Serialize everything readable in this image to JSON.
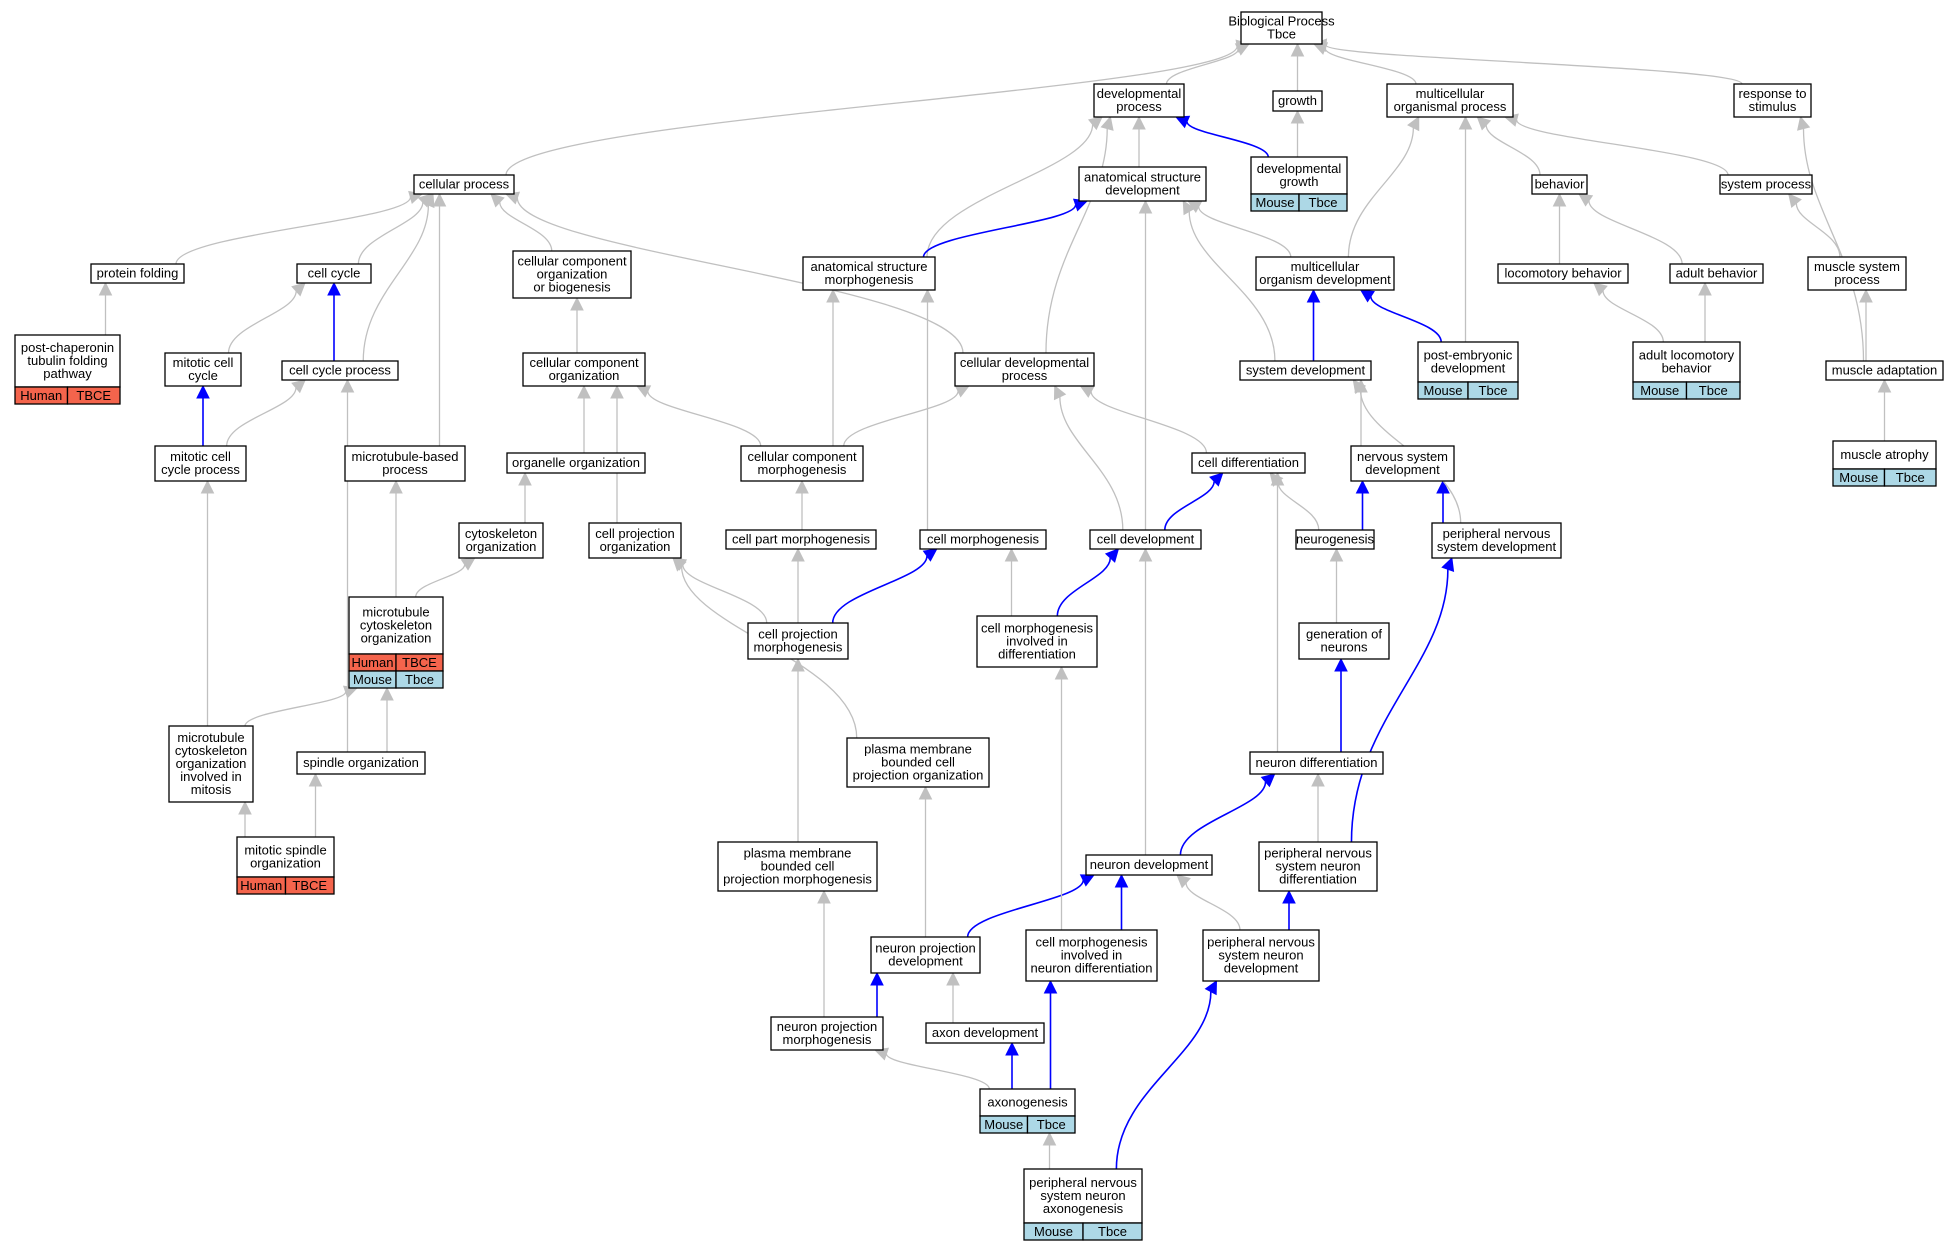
{
  "colors": {
    "human": "#f4644c",
    "mouse": "#add8e6",
    "blue_edge": "#0000ff",
    "gray_edge": "#c0c0c0",
    "border": "#000000"
  },
  "nodes": [
    {
      "id": "root",
      "lines": [
        "Biological Process",
        "Tbce"
      ]
    },
    {
      "id": "developmental_process",
      "lines": [
        "developmental",
        "process"
      ]
    },
    {
      "id": "growth",
      "lines": [
        "growth"
      ]
    },
    {
      "id": "multicellular_organismal_process",
      "lines": [
        "multicellular",
        "organismal process"
      ]
    },
    {
      "id": "response_to_stimulus",
      "lines": [
        "response to",
        "stimulus"
      ]
    },
    {
      "id": "cellular_process",
      "lines": [
        "cellular process"
      ]
    },
    {
      "id": "anatomical_structure_development",
      "lines": [
        "anatomical structure",
        "development"
      ]
    },
    {
      "id": "developmental_growth",
      "lines": [
        "developmental",
        "growth"
      ],
      "cells": [
        {
          "species": "mouse",
          "text": "Mouse"
        },
        {
          "species": "mouse",
          "text": "Tbce"
        }
      ]
    },
    {
      "id": "behavior",
      "lines": [
        "behavior"
      ]
    },
    {
      "id": "system_process",
      "lines": [
        "system process"
      ]
    },
    {
      "id": "protein_folding",
      "lines": [
        "protein folding"
      ]
    },
    {
      "id": "cell_cycle",
      "lines": [
        "cell cycle"
      ]
    },
    {
      "id": "ccob",
      "lines": [
        "cellular component",
        "organization",
        "or biogenesis"
      ]
    },
    {
      "id": "asm",
      "lines": [
        "anatomical structure",
        "morphogenesis"
      ]
    },
    {
      "id": "mod",
      "lines": [
        "multicellular",
        "organism development"
      ]
    },
    {
      "id": "locomotory_behavior",
      "lines": [
        "locomotory behavior"
      ]
    },
    {
      "id": "adult_behavior",
      "lines": [
        "adult behavior"
      ]
    },
    {
      "id": "muscle_system_process",
      "lines": [
        "muscle system",
        "process"
      ]
    },
    {
      "id": "pctf",
      "lines": [
        "post-chaperonin",
        "tubulin folding",
        "pathway"
      ],
      "cells": [
        {
          "species": "human",
          "text": "Human"
        },
        {
          "species": "human",
          "text": "TBCE"
        }
      ]
    },
    {
      "id": "mitotic_cell_cycle",
      "lines": [
        "mitotic cell",
        "cycle"
      ]
    },
    {
      "id": "cell_cycle_process",
      "lines": [
        "cell cycle process"
      ]
    },
    {
      "id": "cco",
      "lines": [
        "cellular component",
        "organization"
      ]
    },
    {
      "id": "cdp",
      "lines": [
        "cellular developmental",
        "process"
      ]
    },
    {
      "id": "system_development",
      "lines": [
        "system development"
      ]
    },
    {
      "id": "ped",
      "lines": [
        "post-embryonic",
        "development"
      ],
      "cells": [
        {
          "species": "mouse",
          "text": "Mouse"
        },
        {
          "species": "mouse",
          "text": "Tbce"
        }
      ]
    },
    {
      "id": "alb",
      "lines": [
        "adult locomotory",
        "behavior"
      ],
      "cells": [
        {
          "species": "mouse",
          "text": "Mouse"
        },
        {
          "species": "mouse",
          "text": "Tbce"
        }
      ]
    },
    {
      "id": "muscle_adaptation",
      "lines": [
        "muscle adaptation"
      ]
    },
    {
      "id": "mcp",
      "lines": [
        "mitotic cell",
        "cycle process"
      ]
    },
    {
      "id": "mbp",
      "lines": [
        "microtubule-based",
        "process"
      ]
    },
    {
      "id": "oo",
      "lines": [
        "organelle organization"
      ]
    },
    {
      "id": "ccm",
      "lines": [
        "cellular component",
        "morphogenesis"
      ]
    },
    {
      "id": "cell_differentiation",
      "lines": [
        "cell differentiation"
      ]
    },
    {
      "id": "nsd",
      "lines": [
        "nervous system",
        "development"
      ]
    },
    {
      "id": "muscle_atrophy",
      "lines": [
        "muscle atrophy"
      ],
      "cells": [
        {
          "species": "mouse",
          "text": "Mouse"
        },
        {
          "species": "mouse",
          "text": "Tbce"
        }
      ]
    },
    {
      "id": "cyto_org",
      "lines": [
        "cytoskeleton",
        "organization"
      ]
    },
    {
      "id": "cpo",
      "lines": [
        "cell projection",
        "organization"
      ]
    },
    {
      "id": "cpm",
      "lines": [
        "cell part morphogenesis"
      ]
    },
    {
      "id": "cell_morphogenesis",
      "lines": [
        "cell morphogenesis"
      ]
    },
    {
      "id": "cell_development",
      "lines": [
        "cell development"
      ]
    },
    {
      "id": "neurogenesis",
      "lines": [
        "neurogenesis"
      ]
    },
    {
      "id": "pnsd",
      "lines": [
        "peripheral nervous",
        "system development"
      ]
    },
    {
      "id": "mco",
      "lines": [
        "microtubule",
        "cytoskeleton",
        "organization"
      ],
      "cells": [
        {
          "species": "human",
          "text": "Human"
        },
        {
          "species": "human",
          "text": "TBCE"
        },
        {
          "species": "mouse",
          "text": "Mouse"
        },
        {
          "species": "mouse",
          "text": "Tbce"
        }
      ]
    },
    {
      "id": "cprojm",
      "lines": [
        "cell projection",
        "morphogenesis"
      ]
    },
    {
      "id": "cmid",
      "lines": [
        "cell morphogenesis",
        "involved in",
        "differentiation"
      ]
    },
    {
      "id": "gon",
      "lines": [
        "generation of",
        "neurons"
      ]
    },
    {
      "id": "mcoim",
      "lines": [
        "microtubule",
        "cytoskeleton",
        "organization",
        "involved in",
        "mitosis"
      ]
    },
    {
      "id": "spindle_org",
      "lines": [
        "spindle organization"
      ]
    },
    {
      "id": "pmbcpo",
      "lines": [
        "plasma membrane",
        "bounded cell",
        "projection organization"
      ]
    },
    {
      "id": "neuron_diff",
      "lines": [
        "neuron differentiation"
      ]
    },
    {
      "id": "mso",
      "lines": [
        "mitotic spindle",
        "organization"
      ],
      "cells": [
        {
          "species": "human",
          "text": "Human"
        },
        {
          "species": "human",
          "text": "TBCE"
        }
      ]
    },
    {
      "id": "pmbcpm",
      "lines": [
        "plasma membrane",
        "bounded cell",
        "projection morphogenesis"
      ]
    },
    {
      "id": "neuron_dev",
      "lines": [
        "neuron development"
      ]
    },
    {
      "id": "pnsnd",
      "lines": [
        "peripheral nervous",
        "system neuron",
        "differentiation"
      ]
    },
    {
      "id": "npd",
      "lines": [
        "neuron projection",
        "development"
      ]
    },
    {
      "id": "cmind",
      "lines": [
        "cell morphogenesis",
        "involved in",
        "neuron differentiation"
      ]
    },
    {
      "id": "pnsndev",
      "lines": [
        "peripheral nervous",
        "system neuron",
        "development"
      ]
    },
    {
      "id": "npm",
      "lines": [
        "neuron projection",
        "morphogenesis"
      ]
    },
    {
      "id": "axon_dev",
      "lines": [
        "axon development"
      ]
    },
    {
      "id": "axonogenesis",
      "lines": [
        "axonogenesis"
      ],
      "cells": [
        {
          "species": "mouse",
          "text": "Mouse"
        },
        {
          "species": "mouse",
          "text": "Tbce"
        }
      ]
    },
    {
      "id": "pnsna",
      "lines": [
        "peripheral nervous",
        "system neuron",
        "axonogenesis"
      ],
      "cells": [
        {
          "species": "mouse",
          "text": "Mouse"
        },
        {
          "species": "mouse",
          "text": "Tbce"
        }
      ]
    }
  ],
  "edges": [
    {
      "from": "developmental_process",
      "to": "root",
      "color": "gray"
    },
    {
      "from": "growth",
      "to": "root",
      "color": "gray"
    },
    {
      "from": "multicellular_organismal_process",
      "to": "root",
      "color": "gray"
    },
    {
      "from": "response_to_stimulus",
      "to": "root",
      "color": "gray"
    },
    {
      "from": "cellular_process",
      "to": "root",
      "color": "gray"
    },
    {
      "from": "anatomical_structure_development",
      "to": "developmental_process",
      "color": "gray"
    },
    {
      "from": "developmental_growth",
      "to": "developmental_process",
      "color": "blue"
    },
    {
      "from": "developmental_growth",
      "to": "growth",
      "color": "gray"
    },
    {
      "from": "behavior",
      "to": "multicellular_organismal_process",
      "color": "gray"
    },
    {
      "from": "system_process",
      "to": "multicellular_organismal_process",
      "color": "gray"
    },
    {
      "from": "protein_folding",
      "to": "cellular_process",
      "color": "gray"
    },
    {
      "from": "cell_cycle",
      "to": "cellular_process",
      "color": "gray"
    },
    {
      "from": "ccob",
      "to": "cellular_process",
      "color": "gray"
    },
    {
      "from": "asm",
      "to": "developmental_process",
      "color": "gray"
    },
    {
      "from": "asm",
      "to": "anatomical_structure_development",
      "color": "blue"
    },
    {
      "from": "mod",
      "to": "anatomical_structure_development",
      "color": "gray"
    },
    {
      "from": "mod",
      "to": "multicellular_organismal_process",
      "color": "gray"
    },
    {
      "from": "locomotory_behavior",
      "to": "behavior",
      "color": "gray"
    },
    {
      "from": "adult_behavior",
      "to": "behavior",
      "color": "gray"
    },
    {
      "from": "muscle_system_process",
      "to": "system_process",
      "color": "gray"
    },
    {
      "from": "pctf",
      "to": "protein_folding",
      "color": "gray"
    },
    {
      "from": "mitotic_cell_cycle",
      "to": "cell_cycle",
      "color": "gray"
    },
    {
      "from": "cell_cycle_process",
      "to": "cell_cycle",
      "color": "blue"
    },
    {
      "from": "cell_cycle_process",
      "to": "cellular_process",
      "color": "gray"
    },
    {
      "from": "cco",
      "to": "ccob",
      "color": "gray"
    },
    {
      "from": "cdp",
      "to": "cellular_process",
      "color": "gray"
    },
    {
      "from": "cdp",
      "to": "developmental_process",
      "color": "gray"
    },
    {
      "from": "system_development",
      "to": "mod",
      "color": "blue"
    },
    {
      "from": "system_development",
      "to": "anatomical_structure_development",
      "color": "gray"
    },
    {
      "from": "ped",
      "to": "mod",
      "color": "blue"
    },
    {
      "from": "ped",
      "to": "multicellular_organismal_process",
      "color": "gray"
    },
    {
      "from": "alb",
      "to": "locomotory_behavior",
      "color": "gray"
    },
    {
      "from": "alb",
      "to": "adult_behavior",
      "color": "gray"
    },
    {
      "from": "muscle_adaptation",
      "to": "muscle_system_process",
      "color": "gray"
    },
    {
      "from": "muscle_adaptation",
      "to": "response_to_stimulus",
      "color": "gray"
    },
    {
      "from": "mcp",
      "to": "mitotic_cell_cycle",
      "color": "blue"
    },
    {
      "from": "mcp",
      "to": "cell_cycle_process",
      "color": "gray"
    },
    {
      "from": "mbp",
      "to": "cellular_process",
      "color": "gray"
    },
    {
      "from": "oo",
      "to": "cco",
      "color": "gray"
    },
    {
      "from": "ccm",
      "to": "cco",
      "color": "gray"
    },
    {
      "from": "ccm",
      "to": "asm",
      "color": "gray"
    },
    {
      "from": "ccm",
      "to": "cdp",
      "color": "gray"
    },
    {
      "from": "cell_differentiation",
      "to": "cdp",
      "color": "gray"
    },
    {
      "from": "nsd",
      "to": "system_development",
      "color": "gray"
    },
    {
      "from": "muscle_atrophy",
      "to": "muscle_adaptation",
      "color": "gray"
    },
    {
      "from": "cyto_org",
      "to": "oo",
      "color": "gray"
    },
    {
      "from": "cpo",
      "to": "cco",
      "color": "gray"
    },
    {
      "from": "cpm",
      "to": "ccm",
      "color": "gray"
    },
    {
      "from": "cell_morphogenesis",
      "to": "asm",
      "color": "gray"
    },
    {
      "from": "cell_development",
      "to": "cell_differentiation",
      "color": "blue"
    },
    {
      "from": "cell_development",
      "to": "cdp",
      "color": "gray"
    },
    {
      "from": "cell_development",
      "to": "anatomical_structure_development",
      "color": "gray"
    },
    {
      "from": "neurogenesis",
      "to": "nsd",
      "color": "blue"
    },
    {
      "from": "neurogenesis",
      "to": "cell_differentiation",
      "color": "gray"
    },
    {
      "from": "pnsd",
      "to": "nsd",
      "color": "blue"
    },
    {
      "from": "pnsd",
      "to": "system_development",
      "color": "gray"
    },
    {
      "from": "mco",
      "to": "cyto_org",
      "color": "gray"
    },
    {
      "from": "mco",
      "to": "mbp",
      "color": "gray"
    },
    {
      "from": "cprojm",
      "to": "cell_morphogenesis",
      "color": "blue"
    },
    {
      "from": "cprojm",
      "to": "cpm",
      "color": "gray"
    },
    {
      "from": "cprojm",
      "to": "cpo",
      "color": "gray"
    },
    {
      "from": "cmid",
      "to": "cell_development",
      "color": "blue"
    },
    {
      "from": "cmid",
      "to": "cell_morphogenesis",
      "color": "gray"
    },
    {
      "from": "gon",
      "to": "neurogenesis",
      "color": "gray"
    },
    {
      "from": "mcoim",
      "to": "mco",
      "color": "gray"
    },
    {
      "from": "mcoim",
      "to": "mcp",
      "color": "gray"
    },
    {
      "from": "spindle_org",
      "to": "mco",
      "color": "gray"
    },
    {
      "from": "spindle_org",
      "to": "cell_cycle_process",
      "color": "gray"
    },
    {
      "from": "pmbcpo",
      "to": "cpo",
      "color": "gray"
    },
    {
      "from": "neuron_diff",
      "to": "gon",
      "color": "blue"
    },
    {
      "from": "neuron_diff",
      "to": "cell_differentiation",
      "color": "gray"
    },
    {
      "from": "mso",
      "to": "mcoim",
      "color": "gray"
    },
    {
      "from": "mso",
      "to": "spindle_org",
      "color": "gray"
    },
    {
      "from": "pmbcpm",
      "to": "cprojm",
      "color": "gray"
    },
    {
      "from": "neuron_dev",
      "to": "neuron_diff",
      "color": "blue"
    },
    {
      "from": "neuron_dev",
      "to": "cell_development",
      "color": "gray"
    },
    {
      "from": "pnsnd",
      "to": "pnsd",
      "color": "blue"
    },
    {
      "from": "pnsnd",
      "to": "neuron_diff",
      "color": "gray"
    },
    {
      "from": "npd",
      "to": "neuron_dev",
      "color": "blue"
    },
    {
      "from": "npd",
      "to": "pmbcpo",
      "color": "gray"
    },
    {
      "from": "cmind",
      "to": "neuron_dev",
      "color": "blue"
    },
    {
      "from": "cmind",
      "to": "cmid",
      "color": "gray"
    },
    {
      "from": "pnsndev",
      "to": "pnsnd",
      "color": "blue"
    },
    {
      "from": "pnsndev",
      "to": "neuron_dev",
      "color": "gray"
    },
    {
      "from": "npm",
      "to": "npd",
      "color": "blue"
    },
    {
      "from": "npm",
      "to": "pmbcpm",
      "color": "gray"
    },
    {
      "from": "axon_dev",
      "to": "npd",
      "color": "gray"
    },
    {
      "from": "axonogenesis",
      "to": "axon_dev",
      "color": "blue"
    },
    {
      "from": "axonogenesis",
      "to": "cmind",
      "color": "blue"
    },
    {
      "from": "axonogenesis",
      "to": "npm",
      "color": "gray"
    },
    {
      "from": "pnsna",
      "to": "pnsndev",
      "color": "blue"
    },
    {
      "from": "pnsna",
      "to": "axonogenesis",
      "color": "gray"
    }
  ]
}
